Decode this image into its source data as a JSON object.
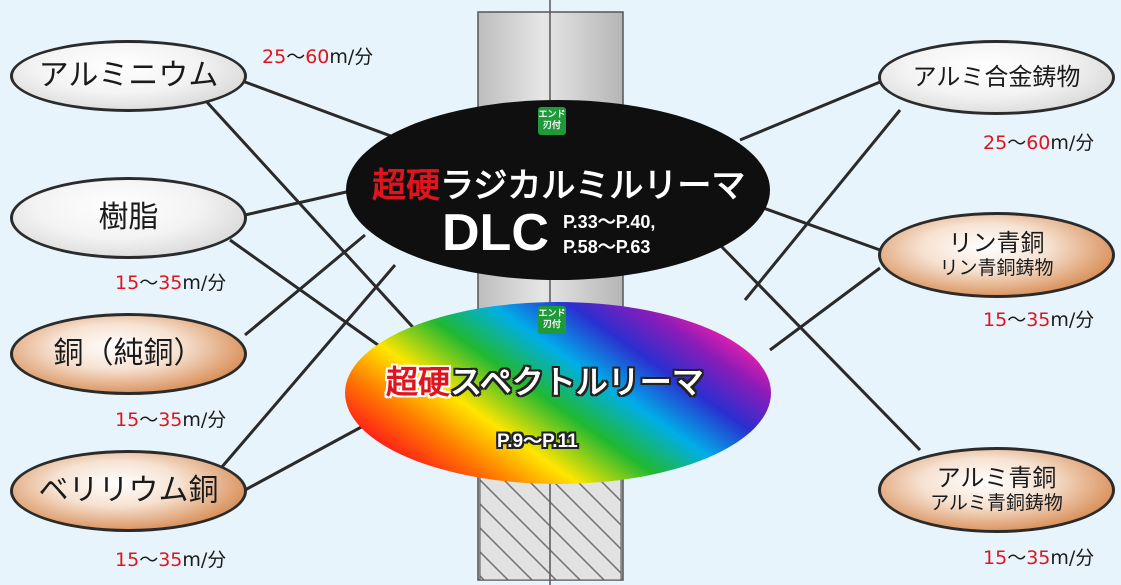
{
  "center": {
    "dlc": {
      "badge": [
        "エンド",
        "刃付"
      ],
      "title_hard": "超硬",
      "title_rest": "ラジカルミルリーマ",
      "model": "DLC",
      "pages_1": "P.33〜P.40,",
      "pages_2": "P.58〜P.63"
    },
    "spectre": {
      "badge": [
        "エンド",
        "刃付"
      ],
      "title_hard": "超硬",
      "title_rest": "スペクトルリーマ",
      "pages": "P.9〜P.11"
    }
  },
  "materials": [
    {
      "id": "aluminum",
      "label": "アルミニウム",
      "speed_lo": "25",
      "speed_hi": "60",
      "unit": "m/分"
    },
    {
      "id": "resin",
      "label": "樹脂",
      "speed_lo": "15",
      "speed_hi": "35",
      "unit": "m/分"
    },
    {
      "id": "copper",
      "label": "銅（純銅）",
      "speed_lo": "15",
      "speed_hi": "35",
      "unit": "m/分"
    },
    {
      "id": "beryllium-copper",
      "label": "ベリリウム銅",
      "speed_lo": "15",
      "speed_hi": "35",
      "unit": "m/分"
    },
    {
      "id": "aluminum-casting",
      "label": "アルミ合金鋳物",
      "speed_lo": "25",
      "speed_hi": "60",
      "unit": "m/分"
    },
    {
      "id": "phosphor-bronze",
      "label": "リン青銅",
      "sublabel": "リン青銅鋳物",
      "speed_lo": "15",
      "speed_hi": "35",
      "unit": "m/分"
    },
    {
      "id": "aluminum-bronze",
      "label": "アルミ青銅",
      "sublabel": "アルミ青銅鋳物",
      "speed_lo": "15",
      "speed_hi": "35",
      "unit": "m/分"
    }
  ],
  "range_sep": "〜",
  "colors": {
    "accent": "#e0141e",
    "badge": "#1e9a3a",
    "background": "#e8f4fb"
  }
}
